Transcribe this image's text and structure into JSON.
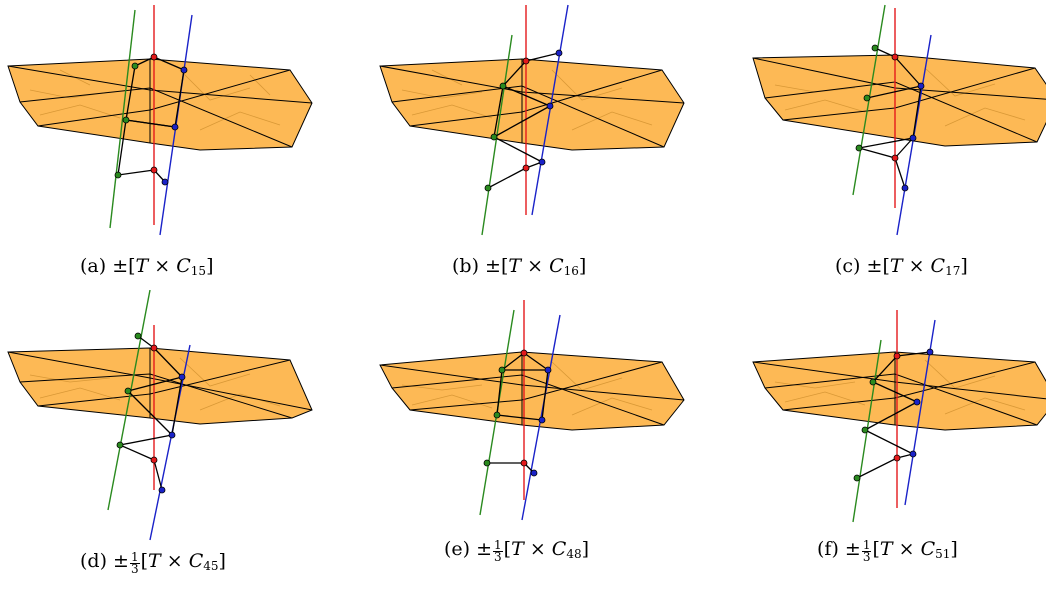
{
  "panels": [
    {
      "label": "(a)",
      "coef": "",
      "sub": "15"
    },
    {
      "label": "(b)",
      "coef": "",
      "sub": "16"
    },
    {
      "label": "(c)",
      "coef": "",
      "sub": "17"
    },
    {
      "label": "(d)",
      "coef": "1/3",
      "sub": "45"
    },
    {
      "label": "(e)",
      "coef": "1/3",
      "sub": "48"
    },
    {
      "label": "(f)",
      "coef": "1/3",
      "sub": "51"
    }
  ],
  "symbols": {
    "pm": "±",
    "times": "×",
    "T": "T",
    "C": "C",
    "num": "1",
    "den": "3",
    "lb": "[",
    "rb": "]"
  },
  "colors": {
    "solid_fill": "#fdb347",
    "solid_fill_dark": "#f7a53a",
    "solid_edge": "#000000",
    "solid_inner": "#c98a2a",
    "axis_red": "#e41a1c",
    "axis_green": "#2a8a1f",
    "axis_blue": "#1a22c8",
    "link": "#000000"
  }
}
